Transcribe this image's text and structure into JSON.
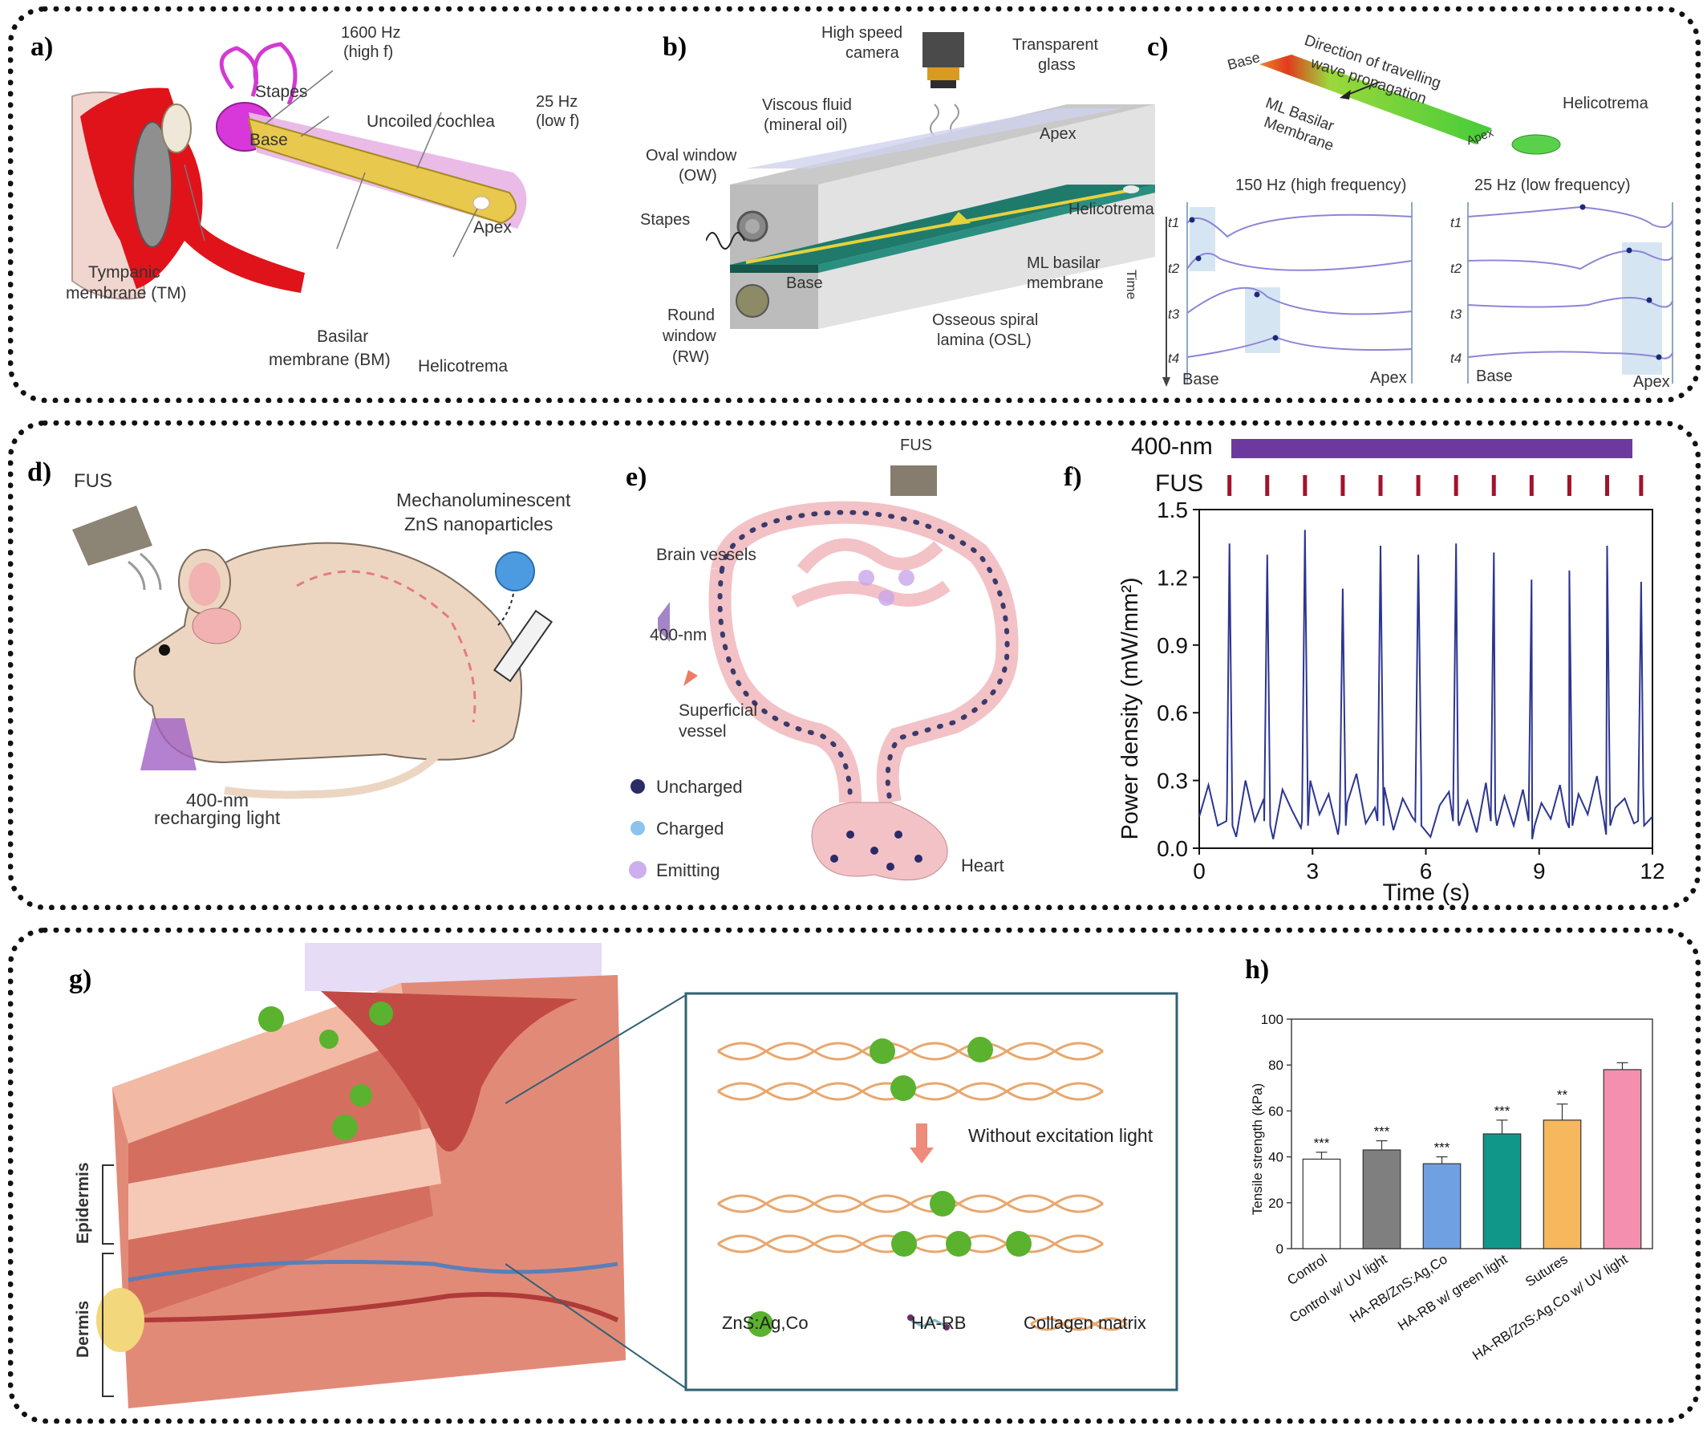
{
  "panels": {
    "a": {
      "label": "a)",
      "stapes": "Stapes",
      "high_freq": "1600 Hz",
      "high_f": "(high f)",
      "uncoiled": "Uncoiled cochlea",
      "low_freq": "25 Hz",
      "low_f": "(low f)",
      "base": "Base",
      "apex": "Apex",
      "tm_line1": "Tympanic",
      "tm_line2": "membrane (TM)",
      "bm_line1": "Basilar",
      "bm_line2": "membrane (BM)",
      "helicotrema": "Helicotrema"
    },
    "b": {
      "label": "b)",
      "camera_line1": "High speed",
      "camera_line2": "camera",
      "glass_line1": "Transparent",
      "glass_line2": "glass",
      "fluid_line1": "Viscous fluid",
      "fluid_line2": "(mineral oil)",
      "ow_line1": "Oval window",
      "ow_line2": "(OW)",
      "stapes": "Stapes",
      "apex": "Apex",
      "helicotrema": "Helicotrema",
      "base": "Base",
      "ml_line1": "ML basilar",
      "ml_line2": "membrane",
      "rw_line1": "Round",
      "rw_line2": "window",
      "rw_line3": "(RW)",
      "osl_line1": "Osseous spiral",
      "osl_line2": "lamina (OSL)"
    },
    "c": {
      "label": "c)",
      "dir_line1": "Direction of travelling",
      "dir_line2": "wave propagation",
      "base_top": "Base",
      "ml_line1": "ML Basilar",
      "ml_line2": "Membrane",
      "apex_top": "Apex",
      "helicotrema": "Helicotrema",
      "high_title": "150 Hz (high frequency)",
      "low_title": "25 Hz (low frequency)",
      "time": "Time",
      "t_labels": [
        "t1",
        "t2",
        "t3",
        "t4"
      ],
      "base": "Base",
      "apex": "Apex"
    },
    "d": {
      "label": "d)",
      "fus": "FUS",
      "np_line1": "Mechanoluminescent",
      "np_line2": "ZnS nanoparticles",
      "light_line1": "400-nm",
      "light_line2": "recharging light"
    },
    "e": {
      "label": "e)",
      "fus": "FUS",
      "brain": "Brain vessels",
      "light": "400-nm",
      "sup_line1": "Superficial",
      "sup_line2": "vessel",
      "legend": [
        "Uncharged",
        "Charged",
        "Emitting"
      ],
      "heart": "Heart"
    },
    "f": {
      "label": "f)",
      "bar_label": "400-nm",
      "fus_label": "FUS"
    },
    "g": {
      "label": "g)",
      "epidermis": "Epidermis",
      "dermis": "Dermis",
      "without": "Without excitation light",
      "legend": [
        "ZnS:Ag,Co",
        "HA-RB",
        "Collagen matrix"
      ]
    },
    "h": {
      "label": "h)"
    }
  },
  "chart_data": [
    {
      "id": "f",
      "type": "line",
      "xlabel": "Time (s)",
      "ylabel": "Power density (mW/mm²)",
      "xlim": [
        0,
        12
      ],
      "ylim": [
        0,
        1.5
      ],
      "xticks": [
        "0",
        "3",
        "6",
        "9",
        "12"
      ],
      "yticks": [
        "0.0",
        "0.3",
        "0.6",
        "0.9",
        "1.2",
        "1.5"
      ],
      "peaks": [
        {
          "x": 0.8,
          "y": 1.35
        },
        {
          "x": 1.8,
          "y": 1.3
        },
        {
          "x": 2.8,
          "y": 1.41
        },
        {
          "x": 3.8,
          "y": 1.15
        },
        {
          "x": 4.8,
          "y": 1.34
        },
        {
          "x": 5.8,
          "y": 1.3
        },
        {
          "x": 6.8,
          "y": 1.35
        },
        {
          "x": 7.8,
          "y": 1.31
        },
        {
          "x": 8.8,
          "y": 1.19
        },
        {
          "x": 9.8,
          "y": 1.23
        },
        {
          "x": 10.8,
          "y": 1.34
        },
        {
          "x": 11.7,
          "y": 1.18
        }
      ],
      "baseline": [
        0.14,
        0.28,
        0.1,
        0.2,
        0.05,
        0.3,
        0.12,
        0.22,
        0.04,
        0.26,
        0.17,
        0.09,
        0.3,
        0.15,
        0.24,
        0.06,
        0.2,
        0.33,
        0.11,
        0.18,
        0.27,
        0.08,
        0.22,
        0.14,
        0.31,
        0.05,
        0.19,
        0.25,
        0.12,
        0.21,
        0.07,
        0.29,
        0.16,
        0.23,
        0.1,
        0.26,
        0.04,
        0.2,
        0.13,
        0.28,
        0.09,
        0.24,
        0.15,
        0.32,
        0.06,
        0.18,
        0.22,
        0.11,
        0.27,
        0.14
      ]
    },
    {
      "id": "h",
      "type": "bar",
      "ylabel": "Tensile strength (kPa)",
      "ylim": [
        0,
        100
      ],
      "yticks": [
        "0",
        "20",
        "40",
        "60",
        "80",
        "100"
      ],
      "categories": [
        "Control",
        "Control w/ UV light",
        "HA-RB/ZnS:Ag,Co",
        "HA-RB w/ green light",
        "Sutures",
        "HA-RB/ZnS:Ag,Co w/ UV light"
      ],
      "values": [
        39,
        43,
        37,
        50,
        56,
        78
      ],
      "errors": [
        3,
        4,
        3,
        6,
        7,
        3
      ],
      "significance": [
        "***",
        "***",
        "***",
        "***",
        "**",
        ""
      ],
      "colors": [
        "#ffffff",
        "#7f7f7f",
        "#6fa0e2",
        "#11968a",
        "#f6b75d",
        "#f48fb0"
      ]
    }
  ]
}
